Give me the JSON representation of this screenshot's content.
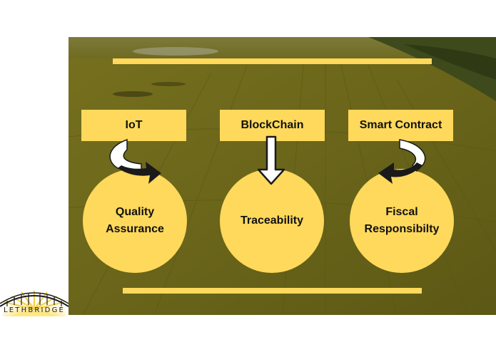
{
  "colors": {
    "accent_yellow": "#ffd95c",
    "field_overlay": "#6e6a1c",
    "text_dark": "#111111",
    "arrow_dark": "#1a1a1a",
    "arrow_light": "#ffffff"
  },
  "technologies": [
    {
      "label": "IoT"
    },
    {
      "label": "BlockChain"
    },
    {
      "label": "Smart Contract"
    }
  ],
  "outcomes": [
    {
      "line1": "Quality",
      "line2": "Assurance"
    },
    {
      "line1": "Traceability",
      "line2": ""
    },
    {
      "line1": "Fiscal",
      "line2": "Responsibilty"
    }
  ],
  "logo": {
    "icon": "sunrise-bridge-icon",
    "text": "LETHBRIDGE"
  }
}
